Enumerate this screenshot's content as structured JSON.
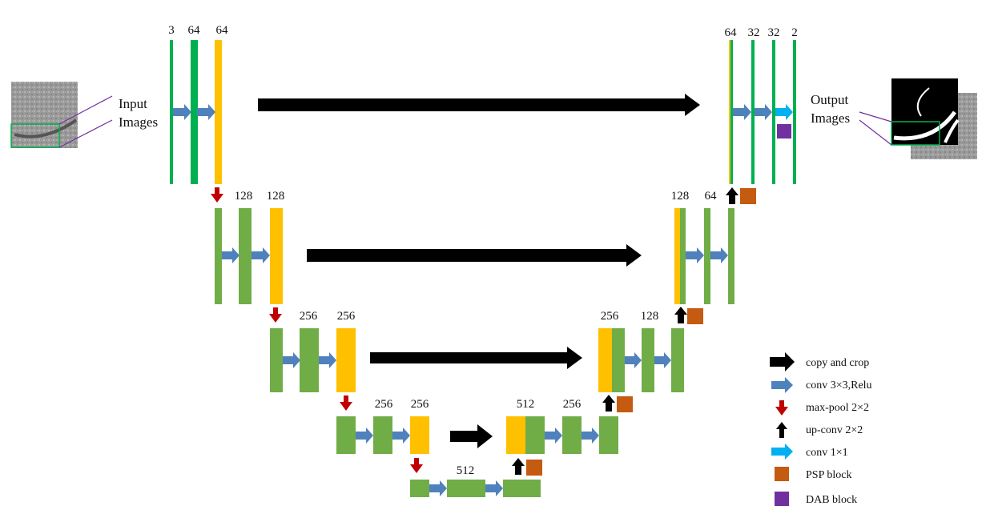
{
  "input_label": [
    "Input",
    "Images"
  ],
  "output_label": [
    "Output",
    "Images"
  ],
  "channels": {
    "l1_in": "3",
    "l1_c1": "64",
    "l1_c2": "64",
    "l2_c1": "128",
    "l2_c2": "128",
    "l3_c1": "256",
    "l3_c2": "256",
    "l4_c1": "256",
    "l4_c2": "256",
    "bottom": "512",
    "u4_cat": "512",
    "u4_c": "256",
    "u3_cat": "256",
    "u3_c": "128",
    "u2_cat": "128",
    "u2_c": "64",
    "u1_cat": "64",
    "u1_c1": "32",
    "u1_c2": "32",
    "u1_out": "2"
  },
  "legend": [
    {
      "icon": "copy-crop-arrow",
      "label": "copy and crop"
    },
    {
      "icon": "conv-arrow",
      "label": "conv 3×3,Relu"
    },
    {
      "icon": "maxpool-arrow",
      "label": "max-pool 2×2"
    },
    {
      "icon": "upconv-arrow",
      "label": "up-conv 2×2"
    },
    {
      "icon": "conv1x1-arrow",
      "label": "conv 1×1"
    },
    {
      "icon": "psp-square",
      "label": "PSP block"
    },
    {
      "icon": "dab-square",
      "label": "DAB block"
    }
  ],
  "colors": {
    "green_bright": "#00b050",
    "green": "#70ad47",
    "orange": "#ffc000",
    "blue_arrow": "#4f81bd",
    "red_arrow": "#c00000",
    "cyan_arrow": "#00b0f0",
    "psp": "#c55a11",
    "dab": "#7030a0",
    "black": "#000000"
  }
}
